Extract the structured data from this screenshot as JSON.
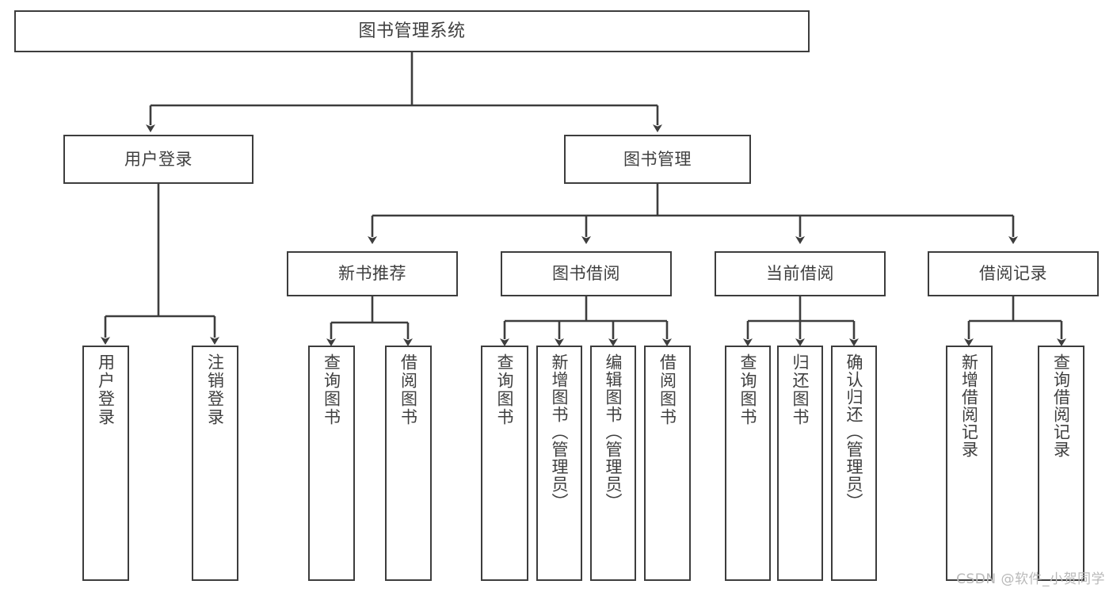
{
  "diagram": {
    "title": "图书管理系统",
    "watermark": "CSDN @软件_小贺同学",
    "line_color": "#3d3d3d",
    "box_fill": "#ffffff",
    "text_color": "#3f3f3f",
    "root": {
      "label": "图书管理系统"
    },
    "level2": [
      {
        "label": "用户登录"
      },
      {
        "label": "图书管理"
      }
    ],
    "level3": [
      {
        "label": "新书推荐"
      },
      {
        "label": "图书借阅"
      },
      {
        "label": "当前借阅"
      },
      {
        "label": "借阅记录"
      }
    ],
    "leaves": {
      "user_login": [
        {
          "label": "用户登录"
        },
        {
          "label": "注销登录"
        }
      ],
      "new_book": [
        {
          "label": "查询图书"
        },
        {
          "label": "借阅图书"
        }
      ],
      "book_borrow": [
        {
          "label": "查询图书"
        },
        {
          "label": "新增图书（管理员）"
        },
        {
          "label": "编辑图书（管理员）"
        },
        {
          "label": "借阅图书"
        }
      ],
      "current_borrow": [
        {
          "label": "查询图书"
        },
        {
          "label": "归还图书"
        },
        {
          "label": "确认归还（管理员）"
        }
      ],
      "borrow_record": [
        {
          "label": "新增借阅记录"
        },
        {
          "label": "查询借阅记录"
        }
      ]
    }
  }
}
